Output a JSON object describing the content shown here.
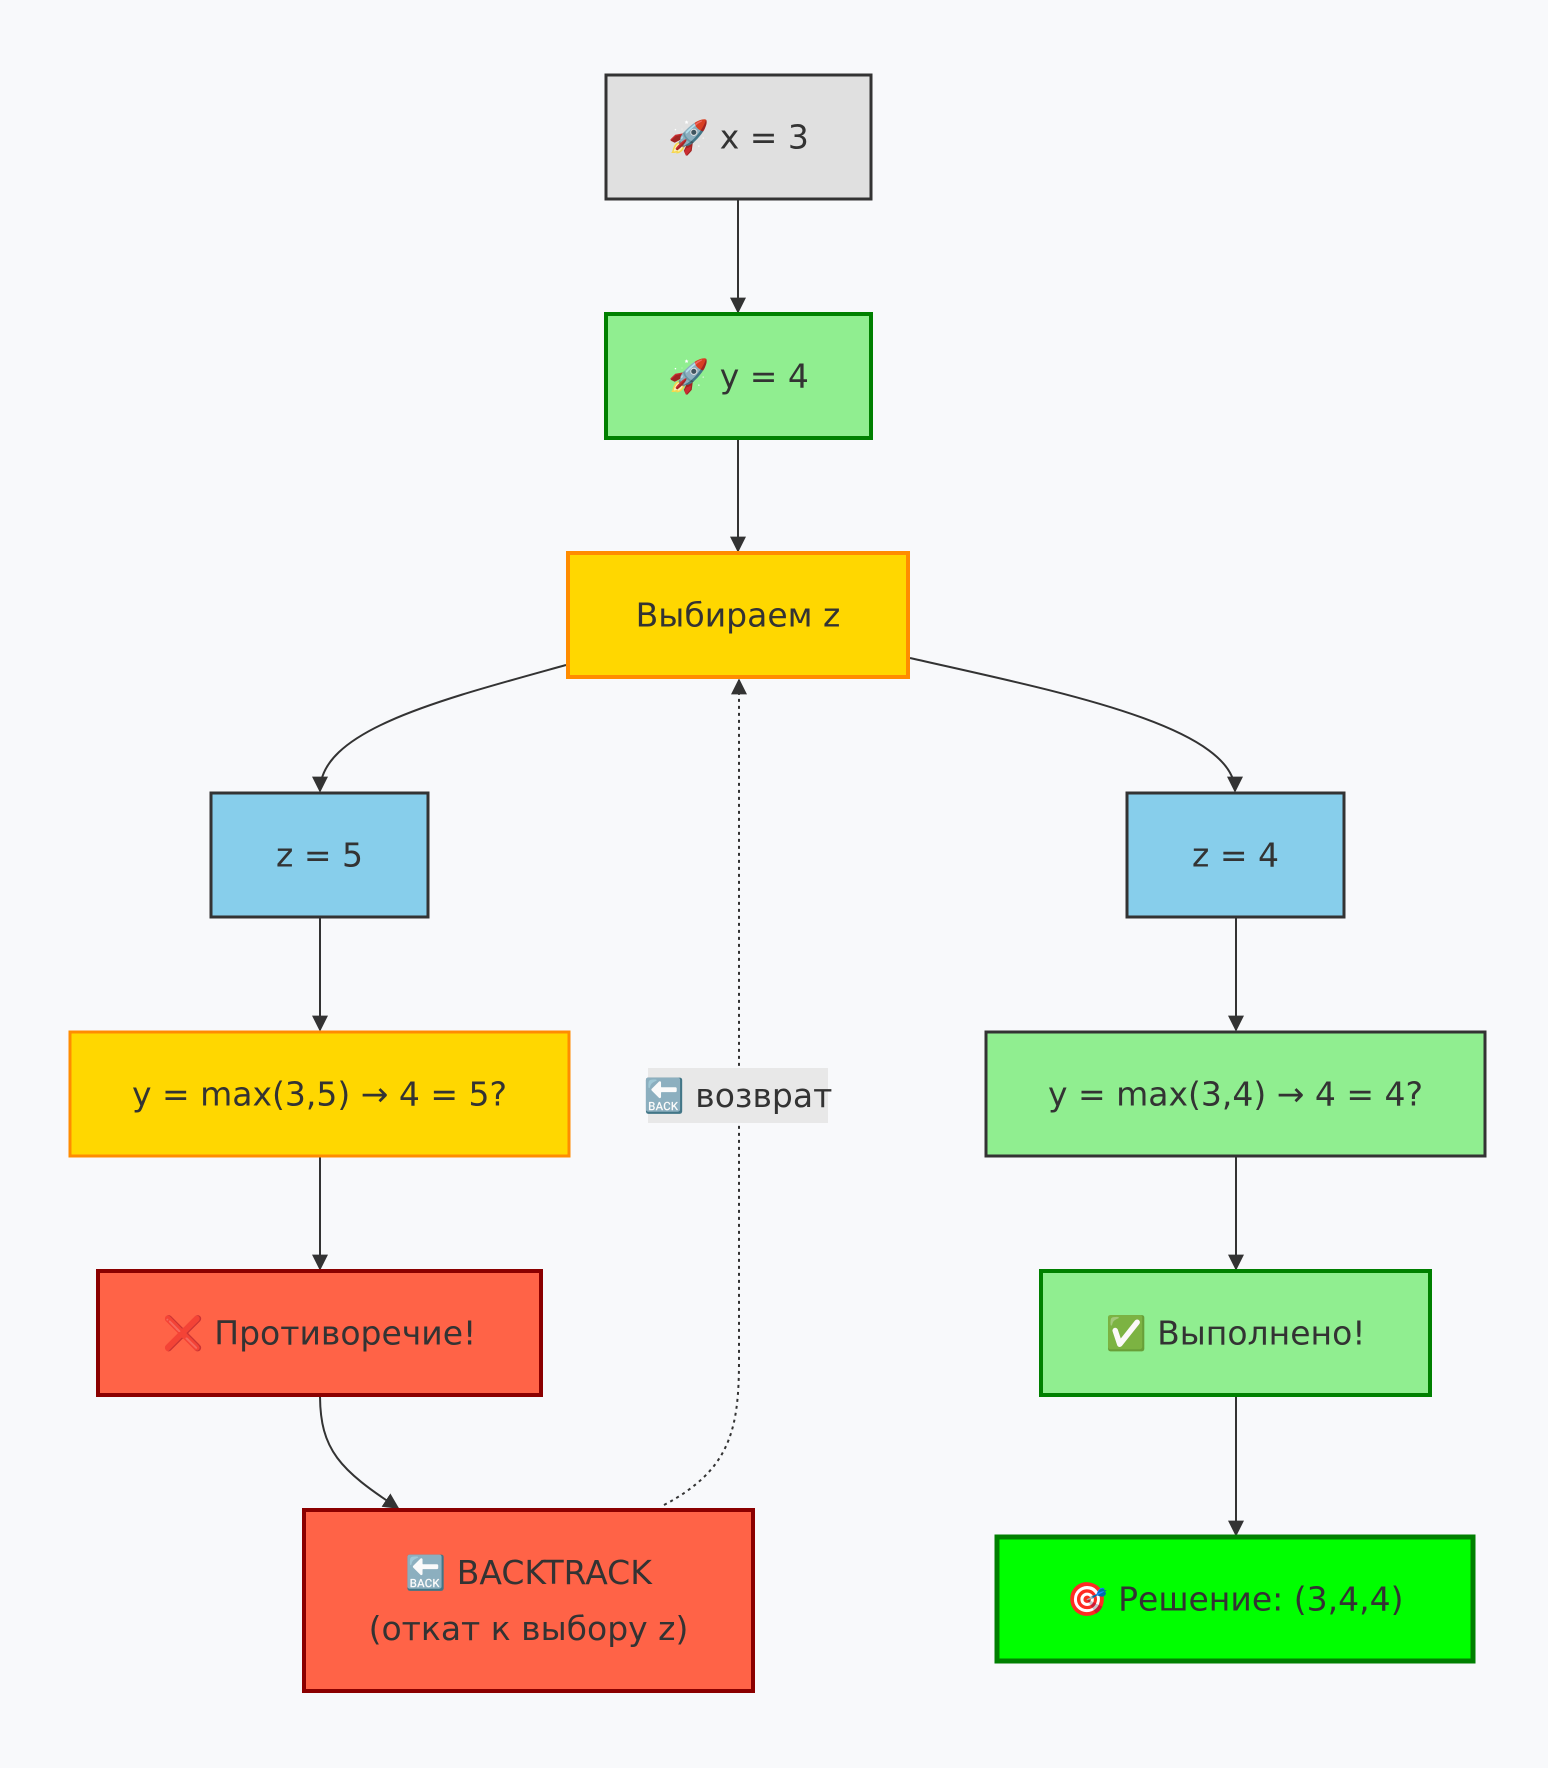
{
  "diagram": {
    "nodes": [
      {
        "id": "n1",
        "lines": [
          "🚀 x = 3"
        ],
        "fill": "#e0e0e0",
        "stroke": "#333333",
        "stroke_width": 3
      },
      {
        "id": "n2",
        "lines": [
          "🚀 y = 4"
        ],
        "fill": "#90ee90",
        "stroke": "#008000",
        "stroke_width": 4
      },
      {
        "id": "n3",
        "lines": [
          "Выбираем z"
        ],
        "fill": "#ffd700",
        "stroke": "#ff8c00",
        "stroke_width": 4
      },
      {
        "id": "n4",
        "lines": [
          "z = 5"
        ],
        "fill": "#87ceeb",
        "stroke": "#333333",
        "stroke_width": 3
      },
      {
        "id": "n5",
        "lines": [
          "z = 4"
        ],
        "fill": "#87ceeb",
        "stroke": "#333333",
        "stroke_width": 3
      },
      {
        "id": "n6",
        "lines": [
          "y = max(3,5) → 4 = 5?"
        ],
        "fill": "#ffd700",
        "stroke": "#ff8c00",
        "stroke_width": 3
      },
      {
        "id": "n7",
        "lines": [
          "y = max(3,4) → 4 = 4?"
        ],
        "fill": "#90ee90",
        "stroke": "#333333",
        "stroke_width": 3
      },
      {
        "id": "n8",
        "lines": [
          "❌ Противоречие!"
        ],
        "fill": "#ff6347",
        "stroke": "#8b0000",
        "stroke_width": 4
      },
      {
        "id": "n9",
        "lines": [
          "✅ Выполнено!"
        ],
        "fill": "#90ee90",
        "stroke": "#008000",
        "stroke_width": 4
      },
      {
        "id": "n10",
        "lines": [
          "🔙 BACKTRACK",
          "(откат к выбору z)"
        ],
        "fill": "#ff6347",
        "stroke": "#8b0000",
        "stroke_width": 4
      },
      {
        "id": "n11",
        "lines": [
          "🎯 Решение: (3,4,4)"
        ],
        "fill": "#00ff00",
        "stroke": "#008000",
        "stroke_width": 5
      }
    ],
    "edges": [
      {
        "from": "n1",
        "to": "n2",
        "style": "solid"
      },
      {
        "from": "n2",
        "to": "n3",
        "style": "solid"
      },
      {
        "from": "n3",
        "to": "n4",
        "style": "solid"
      },
      {
        "from": "n3",
        "to": "n5",
        "style": "solid"
      },
      {
        "from": "n4",
        "to": "n6",
        "style": "solid"
      },
      {
        "from": "n5",
        "to": "n7",
        "style": "solid"
      },
      {
        "from": "n6",
        "to": "n8",
        "style": "solid"
      },
      {
        "from": "n7",
        "to": "n9",
        "style": "solid"
      },
      {
        "from": "n8",
        "to": "n10",
        "style": "solid"
      },
      {
        "from": "n9",
        "to": "n11",
        "style": "solid"
      },
      {
        "from": "n10",
        "to": "n3",
        "style": "dotted",
        "label": "🔙 возврат"
      }
    ]
  }
}
